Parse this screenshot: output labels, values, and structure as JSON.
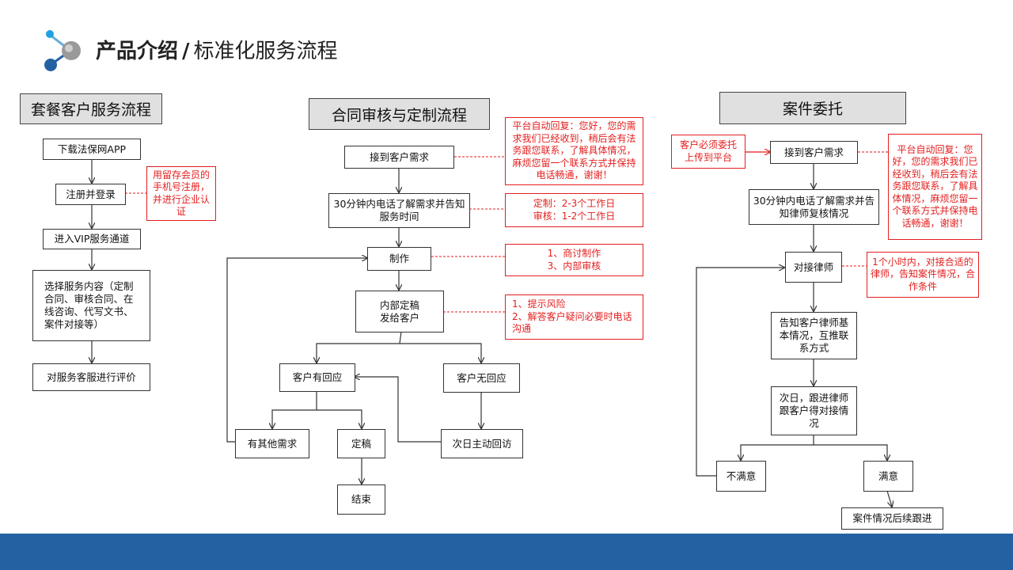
{
  "title": {
    "main": "产品介绍",
    "separator": "/",
    "sub": "标准化服务流程"
  },
  "colors": {
    "accent_blue": "#2461a3",
    "note_red": "#e41e1e",
    "header_gray": "#e0e0e0"
  },
  "flow1": {
    "header": "套餐客户服务流程",
    "download": "下载法保网APP",
    "register": "注册并登录",
    "vip": "进入VIP服务通道",
    "select": "选择服务内容（定制合同、审核合同、在线咨询、代写文书、案件对接等）",
    "evaluate": "对服务客服进行评价",
    "note_register": "用留存会员的手机号注册，并进行企业认证"
  },
  "flow2": {
    "header": "合同审核与定制流程",
    "receive": "接到客户需求",
    "call": "30分钟内电话了解需求并告知服务时间",
    "make": "制作",
    "internal": "内部定稿\n发给客户",
    "responded": "客户有回应",
    "no_response": "客户无回应",
    "other_needs": "有其他需求",
    "finalize": "定稿",
    "next_day": "次日主动回访",
    "end": "结束",
    "note_auto_reply": "平台自动回复：您好，您的需求我们已经收到，稍后会有法务跟您联系，了解具体情况，麻烦您留一个联系方式并保持电话畅通，谢谢！",
    "note_time": "定制：2-3个工作日\n审核：1-2个工作日",
    "note_make": "1、商讨制作\n3、内部审核",
    "note_internal": "1、提示风险\n2、解答客户疑问必要时电话沟通"
  },
  "flow3": {
    "header": "案件委托",
    "receive": "接到客户需求",
    "call": "30分钟内电话了解需求并告知律师复核情况",
    "lawyer": "对接律师",
    "inform": "告知客户律师基本情况，互推联系方式",
    "follow": "次日，跟进律师跟客户得对接情况",
    "unsatisfied": "不满意",
    "satisfied": "满意",
    "followup": "案件情况后续跟进",
    "note_upload": "客户必须委托\n上传到平台",
    "note_auto_reply": "平台自动回复：您好，您的需求我们已经收到，稍后会有法务跟您联系，了解具体情况，麻烦您留一个联系方式并保持电话畅通，谢谢！",
    "note_lawyer": "1个小时内，对接合适的律师，告知案件情况，合作条件"
  }
}
